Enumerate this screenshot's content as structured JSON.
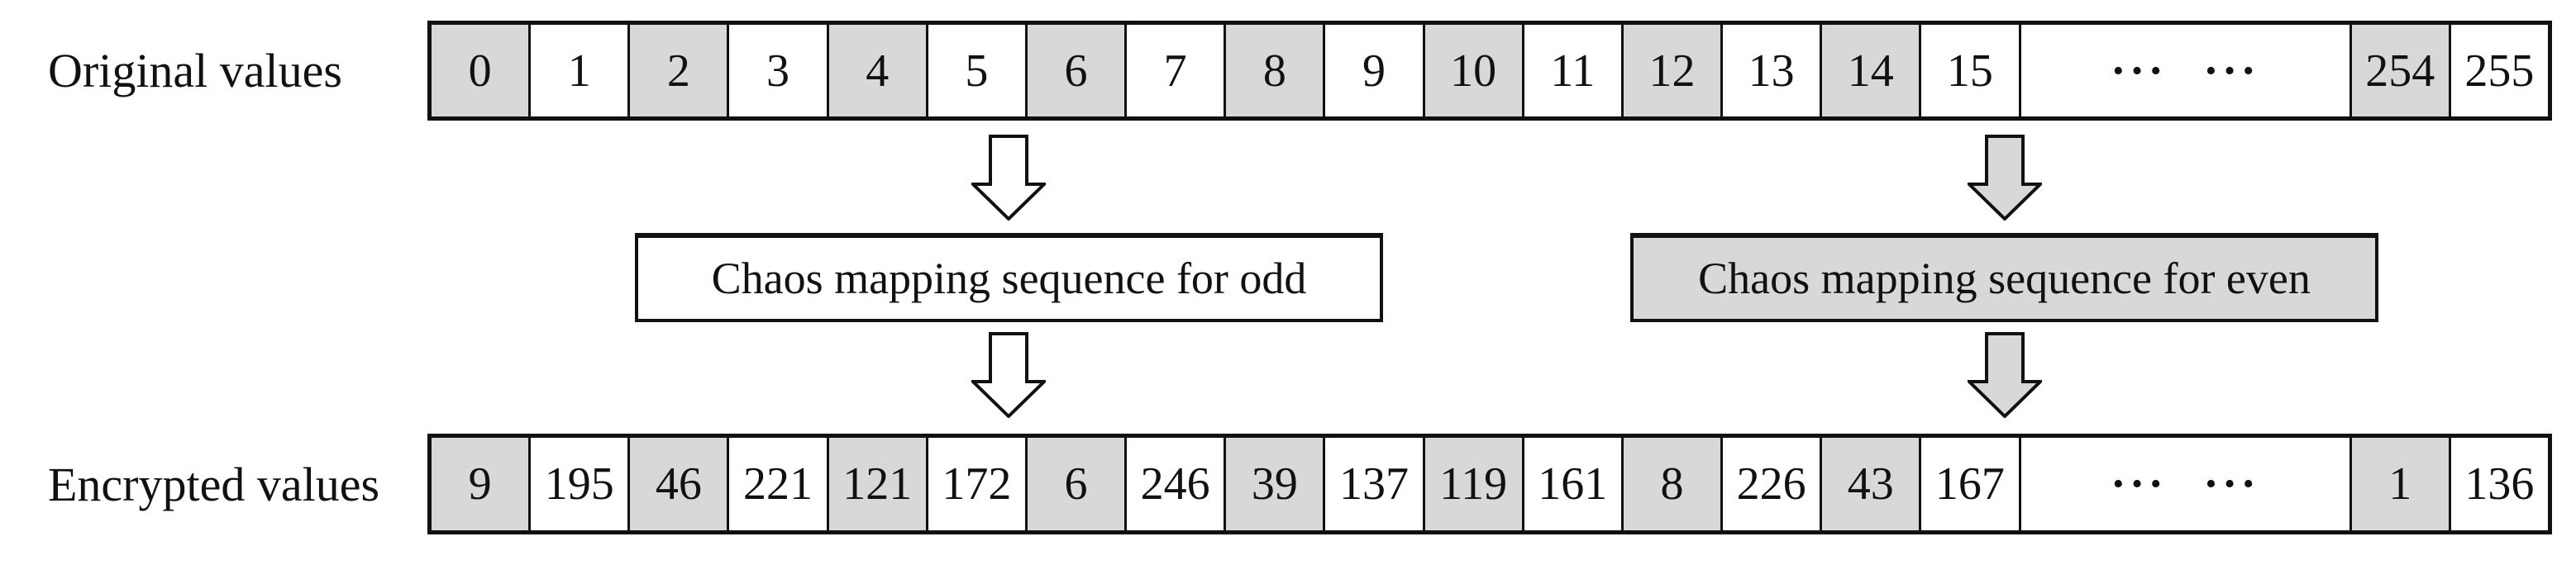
{
  "labels": {
    "original": "Original values",
    "encrypted": "Encrypted values"
  },
  "boxes": {
    "odd_label": "Chaos mapping sequence for odd",
    "even_label": "Chaos mapping sequence for even"
  },
  "icons": {
    "down_arrow": "down-block-arrow"
  },
  "colors": {
    "border": "#111111",
    "shaded_fill": "#d8d8d8",
    "arrow_odd_fill": "#ffffff",
    "arrow_even_fill": "#d8d8d8"
  },
  "original_row": [
    {
      "value": "0",
      "shaded": true
    },
    {
      "value": "1",
      "shaded": false
    },
    {
      "value": "2",
      "shaded": true
    },
    {
      "value": "3",
      "shaded": false
    },
    {
      "value": "4",
      "shaded": true
    },
    {
      "value": "5",
      "shaded": false
    },
    {
      "value": "6",
      "shaded": true
    },
    {
      "value": "7",
      "shaded": false
    },
    {
      "value": "8",
      "shaded": true
    },
    {
      "value": "9",
      "shaded": false
    },
    {
      "value": "10",
      "shaded": true
    },
    {
      "value": "11",
      "shaded": false
    },
    {
      "value": "12",
      "shaded": true
    },
    {
      "value": "13",
      "shaded": false
    },
    {
      "value": "14",
      "shaded": true
    },
    {
      "value": "15",
      "shaded": false
    },
    {
      "value": "··· ···",
      "shaded": false,
      "wide": true
    },
    {
      "value": "254",
      "shaded": true
    },
    {
      "value": "255",
      "shaded": false
    }
  ],
  "encrypted_row": [
    {
      "value": "9",
      "shaded": true
    },
    {
      "value": "195",
      "shaded": false
    },
    {
      "value": "46",
      "shaded": true
    },
    {
      "value": "221",
      "shaded": false
    },
    {
      "value": "121",
      "shaded": true
    },
    {
      "value": "172",
      "shaded": false
    },
    {
      "value": "6",
      "shaded": true
    },
    {
      "value": "246",
      "shaded": false
    },
    {
      "value": "39",
      "shaded": true
    },
    {
      "value": "137",
      "shaded": false
    },
    {
      "value": "119",
      "shaded": true
    },
    {
      "value": "161",
      "shaded": false
    },
    {
      "value": "8",
      "shaded": true
    },
    {
      "value": "226",
      "shaded": false
    },
    {
      "value": "43",
      "shaded": true
    },
    {
      "value": "167",
      "shaded": false
    },
    {
      "value": "··· ···",
      "shaded": false,
      "wide": true
    },
    {
      "value": "1",
      "shaded": true
    },
    {
      "value": "136",
      "shaded": false
    }
  ]
}
